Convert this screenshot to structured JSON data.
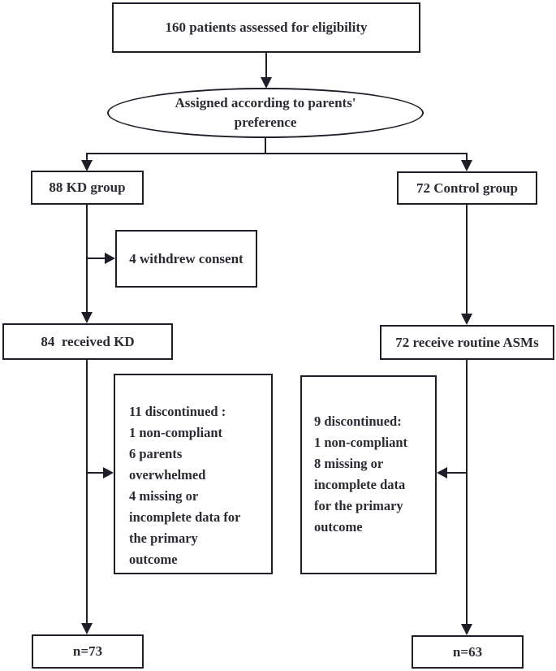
{
  "diagram": {
    "colors": {
      "line": "#1e1e28",
      "background": "#ffffff",
      "text": "#2b2b33"
    },
    "nodes": {
      "eligibility": {
        "label": "160 patients assessed for eligibility"
      },
      "assignment": {
        "lines": [
          "Assigned according to parents'",
          "preference"
        ]
      },
      "kd_group": {
        "label": "88 KD group"
      },
      "control_group": {
        "label": "72 Control group"
      },
      "withdrew": {
        "label": "4 withdrew consent"
      },
      "received_kd": {
        "label": "84  received KD"
      },
      "routine_asms": {
        "label": "72 receive routine ASMs"
      },
      "kd_discontinued": {
        "lines": [
          "11 discontinued :",
          "1 non-compliant",
          "6 parents",
          "overwhelmed",
          "4 missing or",
          "incomplete data for",
          "the primary",
          "outcome"
        ]
      },
      "control_discontinued": {
        "lines": [
          "9 discontinued:",
          "1 non-compliant",
          "8 missing or",
          "incomplete data",
          "for the primary",
          "outcome"
        ]
      },
      "kd_final": {
        "label": "n=73"
      },
      "control_final": {
        "label": "n=63"
      }
    }
  }
}
